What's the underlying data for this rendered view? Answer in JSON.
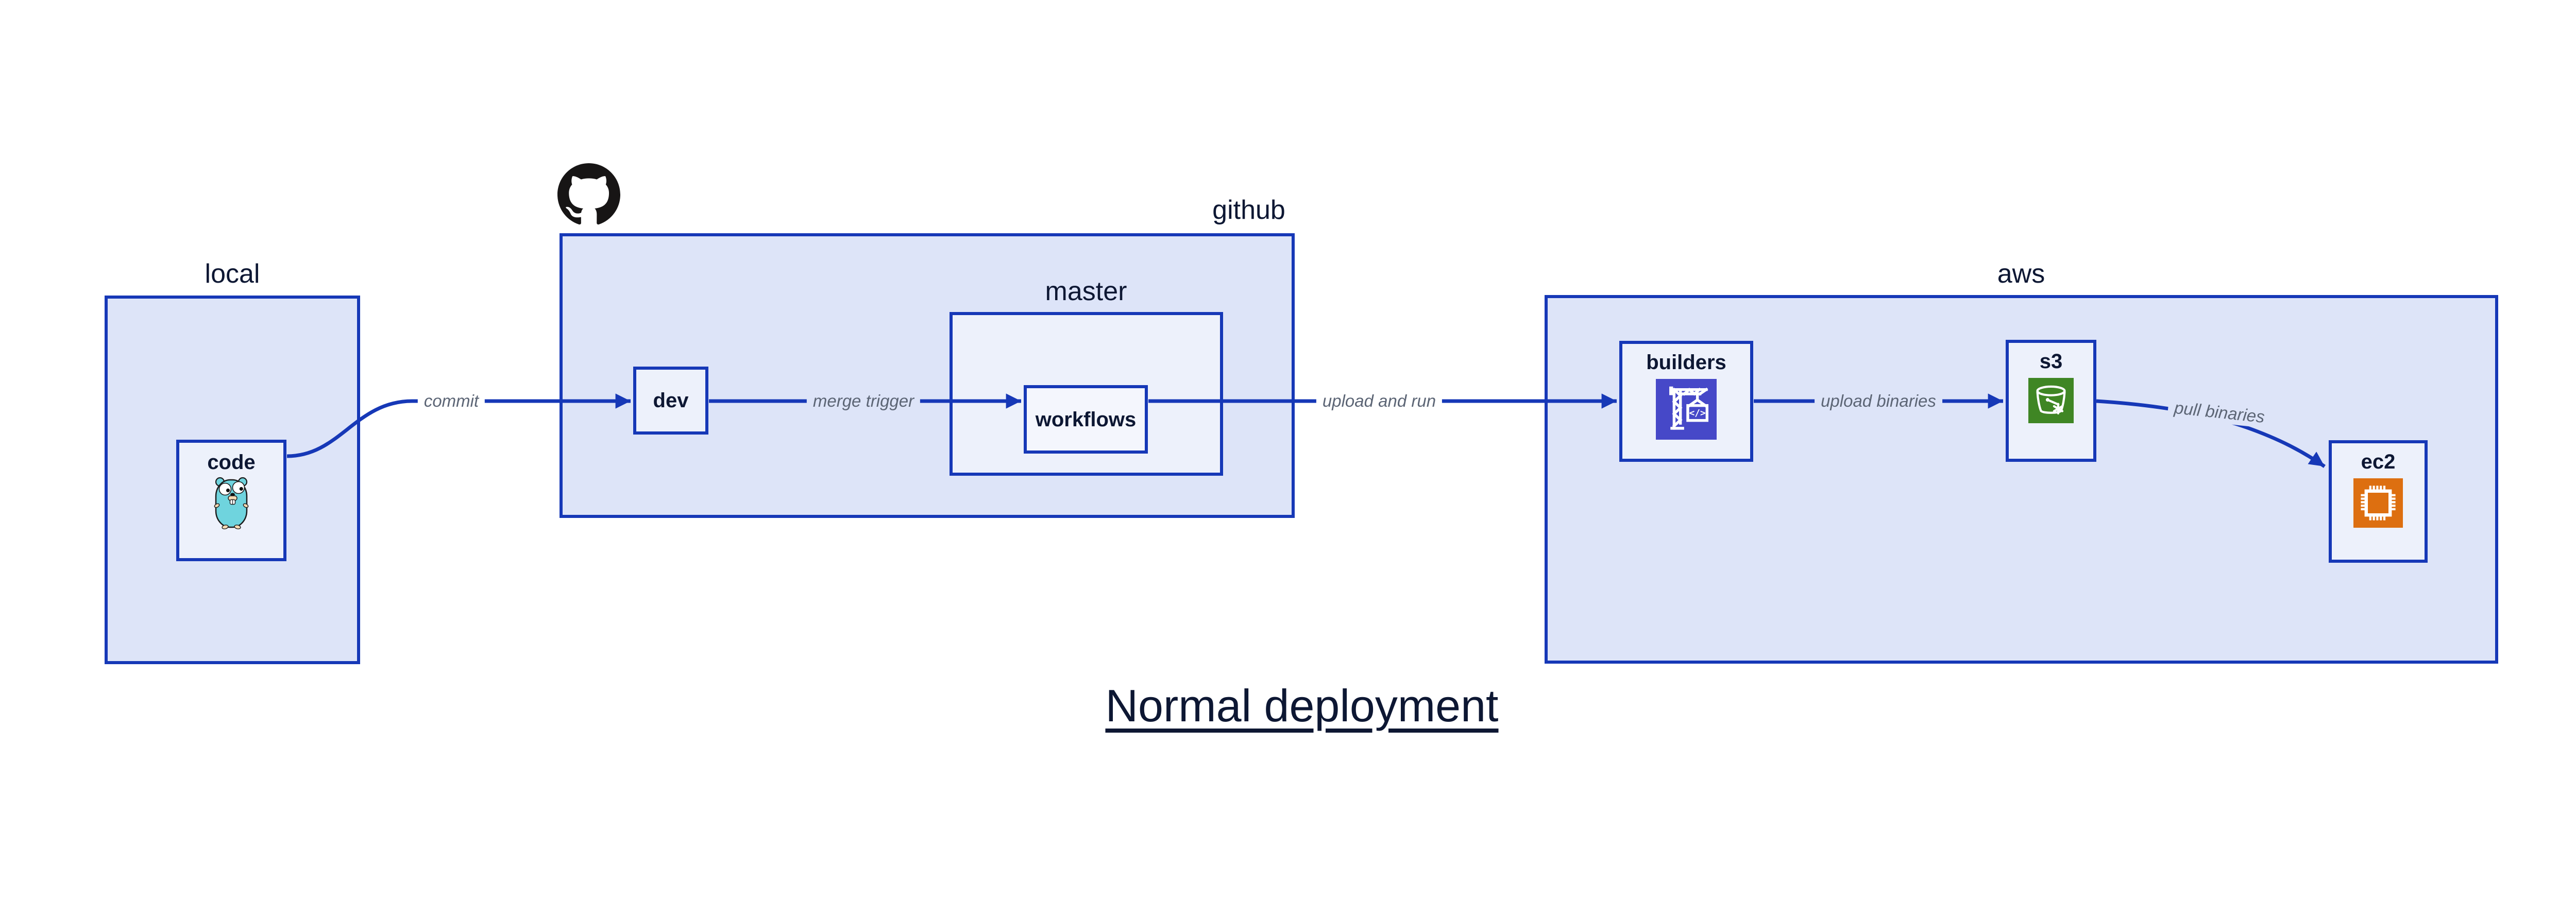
{
  "title": "Normal deployment",
  "colors": {
    "border": "#1638b7",
    "container_fill": "#dde4f8",
    "node_fill": "#edf1fb",
    "workflows_fill": "#f4f6fd",
    "edge_label": "#5c6575",
    "text": "#0d1733",
    "builders_icon": "#4648c8",
    "s3_icon": "#3f8624",
    "ec2_icon": "#dd6f10",
    "github_logo": "#171515",
    "gopher_body": "#6fd4de",
    "gopher_skin": "#f6d9b2"
  },
  "containers": {
    "local": {
      "label": "local"
    },
    "github": {
      "label": "github"
    },
    "master": {
      "label": "master"
    },
    "aws": {
      "label": "aws"
    }
  },
  "nodes": {
    "code": {
      "label": "code",
      "icon": "go-gopher"
    },
    "dev": {
      "label": "dev"
    },
    "workflows": {
      "label": "workflows"
    },
    "builders": {
      "label": "builders",
      "icon": "aws-codebuild-crane"
    },
    "s3": {
      "label": "s3",
      "icon": "aws-s3-glacier-bucket"
    },
    "ec2": {
      "label": "ec2",
      "icon": "aws-ec2-chip"
    }
  },
  "edges": [
    {
      "from": "code",
      "to": "dev",
      "label": "commit"
    },
    {
      "from": "dev",
      "to": "workflows",
      "label": "merge trigger"
    },
    {
      "from": "workflows",
      "to": "builders",
      "label": "upload and run"
    },
    {
      "from": "builders",
      "to": "s3",
      "label": "upload binaries"
    },
    {
      "from": "s3",
      "to": "ec2",
      "label": "pull binaries"
    }
  ]
}
